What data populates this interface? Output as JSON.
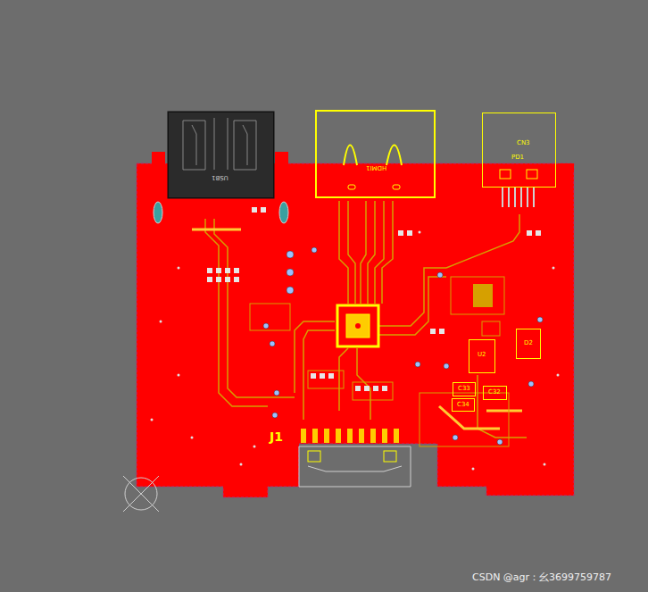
{
  "diagram": {
    "nodes": [
      {
        "text": [
          "USB1"
        ]
      },
      {
        "text": [
          "HDMI1"
        ]
      },
      {
        "text": [
          "CN3",
          "PD1"
        ]
      },
      {
        "text": [
          "U2"
        ]
      },
      {
        "text": [
          "D2"
        ]
      },
      {
        "text": [
          "C33"
        ]
      },
      {
        "text": [
          "C32"
        ]
      },
      {
        "text": [
          "C34"
        ]
      }
    ],
    "labels": [
      "J1",
      "CSDN @agr：幺3699759787"
    ]
  }
}
